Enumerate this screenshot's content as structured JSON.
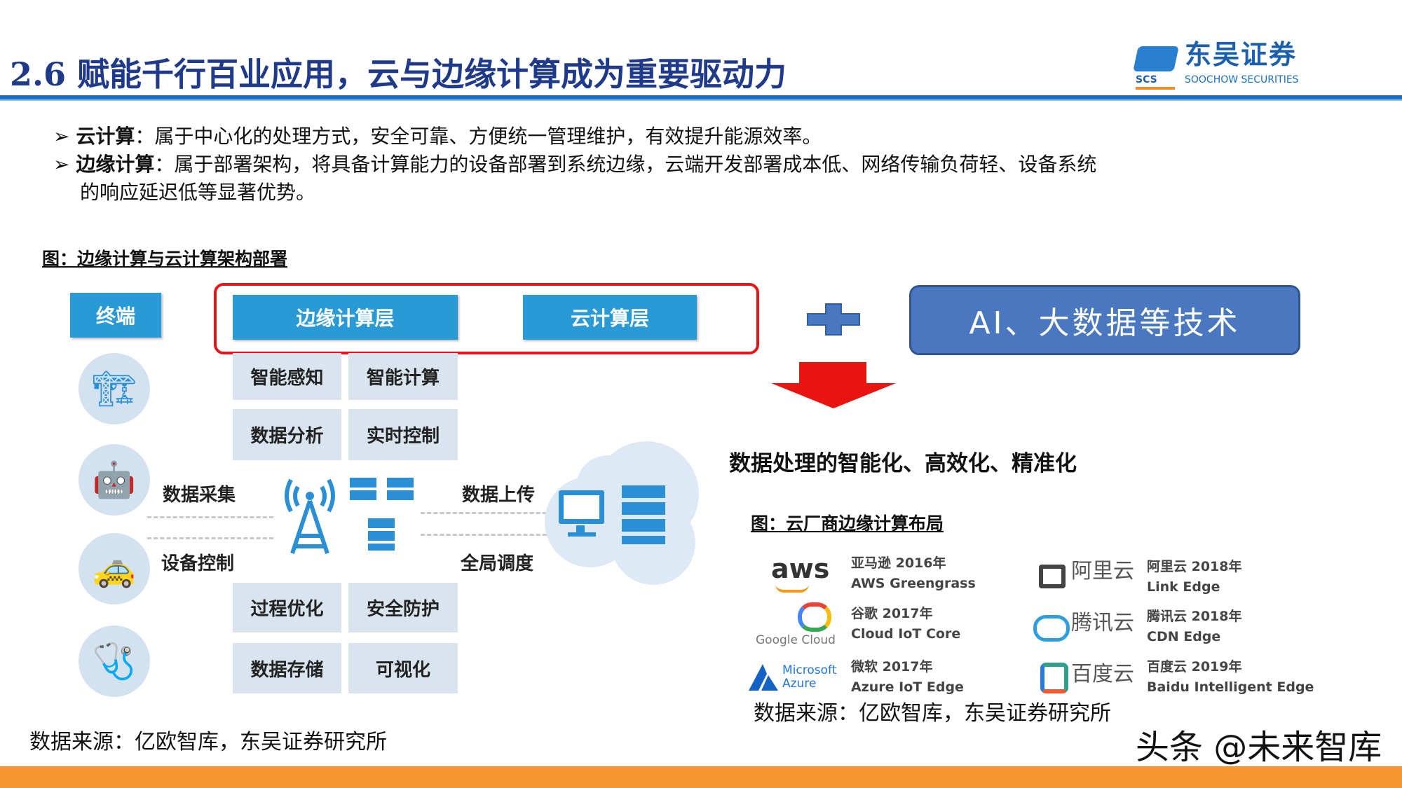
{
  "header": {
    "title": "2.6 赋能千行百业应用，云与边缘计算成为重要驱动力",
    "logo_cn": "东吴证券",
    "logo_en": "SOOCHOW SECURITIES",
    "logo_abbr": "SCS"
  },
  "bullets": [
    {
      "term": "云计算",
      "text": "：属于中心化的处理方式，安全可靠、方便统一管理维护，有效提升能源效率。"
    },
    {
      "term": "边缘计算",
      "text": "：属于部署架构，将具备计算能力的设备部署到系统边缘，云端开发部署成本低、网络传输负荷轻、设备系统",
      "text2": "的响应延迟低等显著优势。"
    }
  ],
  "figure_left": {
    "title": "图：边缘计算与云计算架构部署",
    "terminal": "终端",
    "edge_layer": "边缘计算层",
    "cloud_layer": "云计算层",
    "cells": [
      "智能感知",
      "智能计算",
      "数据分析",
      "实时控制",
      "过程优化",
      "安全防护",
      "数据存储",
      "可视化"
    ],
    "labels": {
      "collect": "数据采集",
      "control": "设备控制",
      "upload": "数据上传",
      "schedule": "全局调度"
    },
    "icons": [
      "crane-icon",
      "robot-icon",
      "car-icon",
      "stethoscope-icon"
    ]
  },
  "ai_box": "AI、大数据等技术",
  "result_text": "数据处理的智能化、高效化、精准化",
  "figure_right": {
    "title": "图：云厂商边缘计算布局",
    "vendors": [
      {
        "logo": "aws",
        "line1": "亚马逊 2016年",
        "line2": "AWS Greengrass"
      },
      {
        "logo": "Google Cloud",
        "line1": "谷歌 2017年",
        "line2": "Cloud IoT Core"
      },
      {
        "logo": "Microsoft Azure",
        "line1": "微软 2017年",
        "line2": "Azure IoT Edge"
      },
      {
        "logo": "阿里云",
        "line1": "阿里云 2018年",
        "line2": "Link Edge"
      },
      {
        "logo": "腾讯云",
        "line1": "腾讯云 2018年",
        "line2": "CDN Edge"
      },
      {
        "logo": "百度云",
        "line1": "百度云 2019年",
        "line2": "Baidu Intelligent Edge"
      }
    ]
  },
  "sources": {
    "left": "数据来源：亿欧智库，东吴证券研究所",
    "right": "数据来源：亿欧智库，东吴证券研究所"
  },
  "watermark": "头条 @未来智库",
  "colors": {
    "title": "#1f3a8a",
    "rule": "#1b6fc0",
    "header_box": "#2a9ad6",
    "ai_box": "#4a78c0",
    "arrow": "#e8140f",
    "footer": "#f7962f"
  }
}
